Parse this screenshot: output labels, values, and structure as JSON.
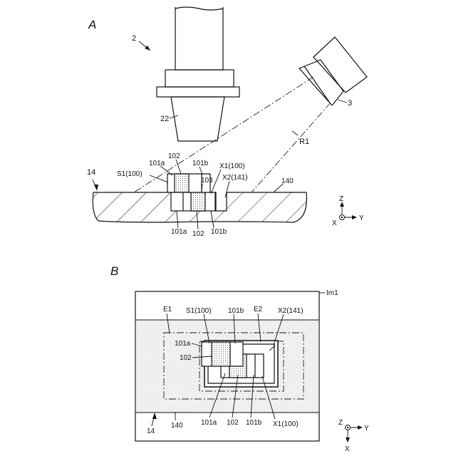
{
  "figure_a": {
    "panel_label": "A",
    "labels": {
      "camera": "2",
      "camera_ring": "22",
      "sensor": "3",
      "ray": "R1",
      "stage": "14",
      "surface": "140",
      "top_part": "S1(100)",
      "top_left": "101a",
      "top_mid": "102",
      "top_right": "101b",
      "gap": "103",
      "bottom_part": "X1(100)",
      "recess": "X2(141)",
      "bot_left": "101a",
      "bot_mid": "102",
      "bot_right": "101b"
    },
    "axes": {
      "z": "Z",
      "y": "Y",
      "x": "X"
    }
  },
  "figure_b": {
    "panel_label": "B",
    "labels": {
      "image": "Im1",
      "region1": "E1",
      "top_part": "S1(100)",
      "top_right": "101b",
      "region2": "E2",
      "recess": "X2(141)",
      "top_left": "101a",
      "top_mid": "102",
      "bot_left": "101a",
      "bot_mid": "102",
      "bot_right": "101b",
      "bottom_part": "X1(100)",
      "stage": "14",
      "surface": "140"
    },
    "axes": {
      "z": "Z",
      "y": "Y",
      "x": "X"
    }
  }
}
